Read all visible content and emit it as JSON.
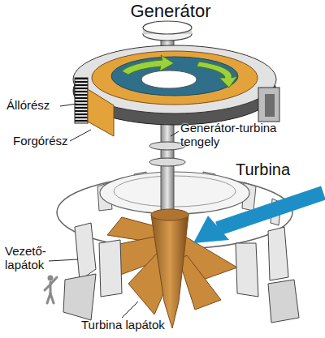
{
  "diagram": {
    "labels": [
      "Generátor",
      "Állórész",
      "Forgórész",
      "Generátor-turbina tengely",
      "Turbina",
      "Vezető- lapátok",
      "Turbina lapátok"
    ]
  }
}
